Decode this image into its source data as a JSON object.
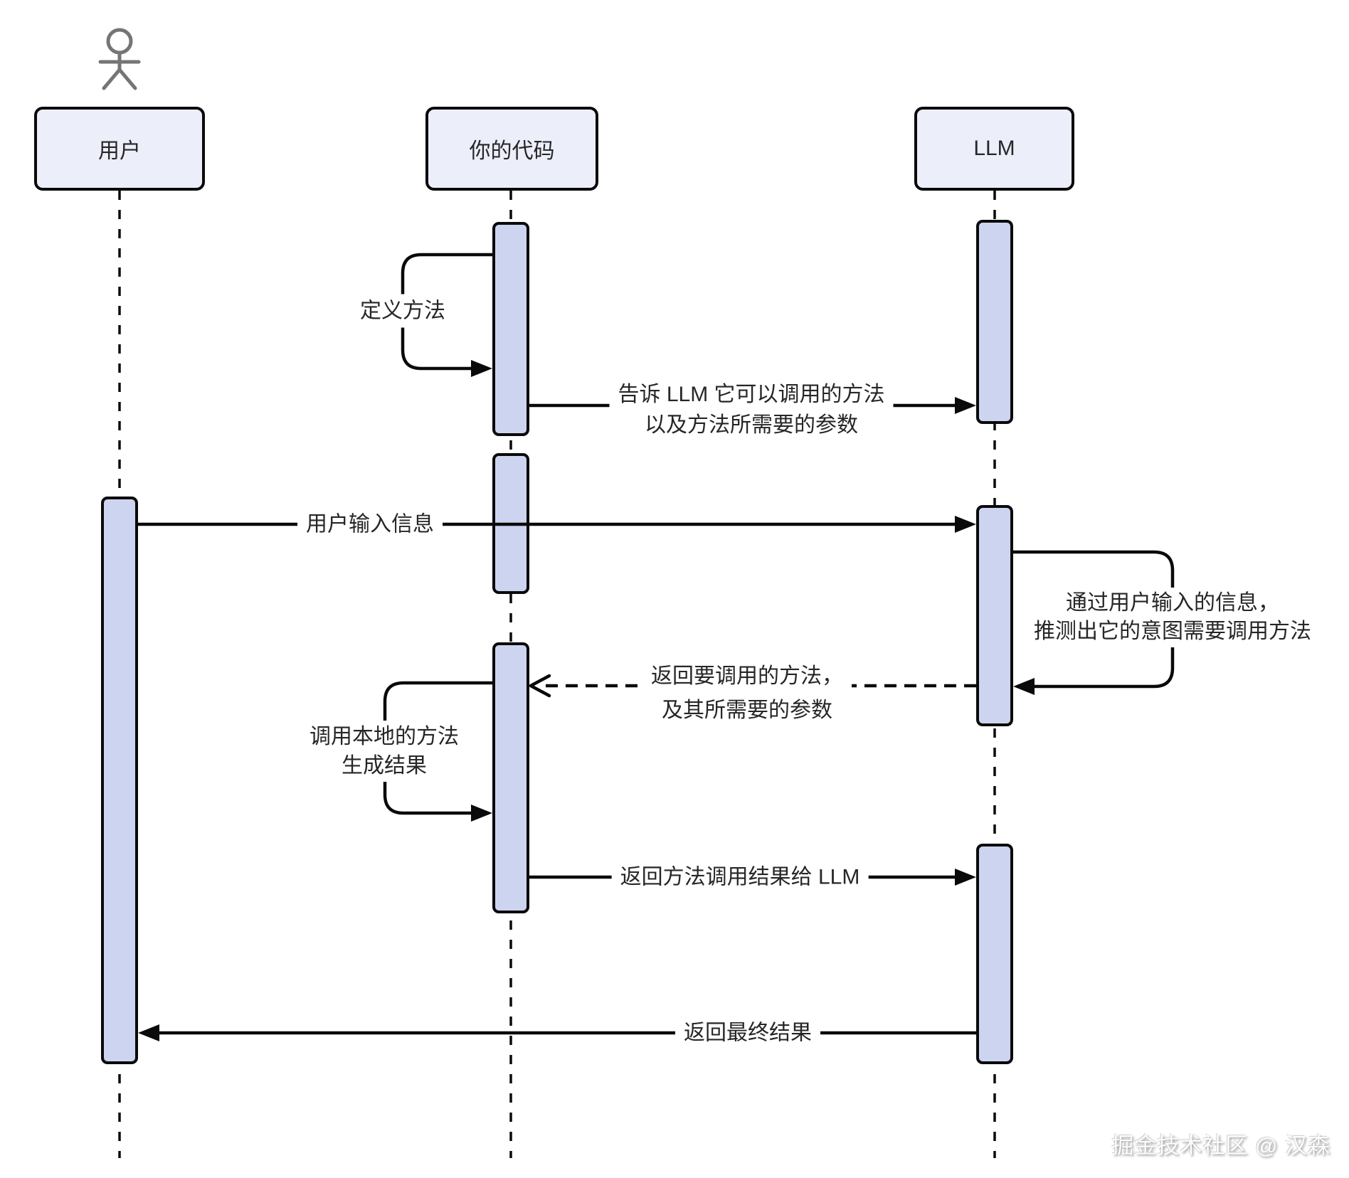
{
  "diagram_type": "uml-sequence",
  "participants": [
    {
      "id": "user",
      "label": "用户",
      "has_actor_icon": true
    },
    {
      "id": "code",
      "label": "你的代码",
      "has_actor_icon": false
    },
    {
      "id": "llm",
      "label": "LLM",
      "has_actor_icon": false
    }
  ],
  "messages": [
    {
      "type": "self-loop",
      "participant": "你的代码",
      "style": "solid",
      "lines": [
        "定义方法"
      ]
    },
    {
      "type": "message",
      "from": "你的代码",
      "to": "LLM",
      "style": "solid",
      "lines": [
        "告诉 LLM 它可以调用的方法",
        "以及方法所需要的参数"
      ]
    },
    {
      "type": "message",
      "from": "用户",
      "to": "LLM",
      "style": "solid",
      "lines": [
        "用户输入信息"
      ]
    },
    {
      "type": "self-loop",
      "participant": "LLM",
      "style": "solid",
      "lines": [
        "通过用户输入的信息，",
        "推测出它的意图需要调用方法"
      ]
    },
    {
      "type": "message",
      "from": "LLM",
      "to": "你的代码",
      "style": "dashed",
      "lines": [
        "返回要调用的方法，",
        "及其所需要的参数"
      ]
    },
    {
      "type": "self-loop",
      "participant": "你的代码",
      "style": "solid",
      "lines": [
        "调用本地的方法",
        "生成结果"
      ]
    },
    {
      "type": "message",
      "from": "你的代码",
      "to": "LLM",
      "style": "solid",
      "lines": [
        "返回方法调用结果给 LLM"
      ]
    },
    {
      "type": "message",
      "from": "LLM",
      "to": "用户",
      "style": "solid",
      "lines": [
        "返回最终结果"
      ]
    }
  ],
  "watermark": "掘金技术社区 @ 汉森",
  "colors": {
    "background": "#ffffff",
    "participant_fill": "#eceef9",
    "activation_fill": "#cdd4ef",
    "stroke": "#0a0a0a",
    "text": "#262626",
    "actor": "#757575"
  }
}
